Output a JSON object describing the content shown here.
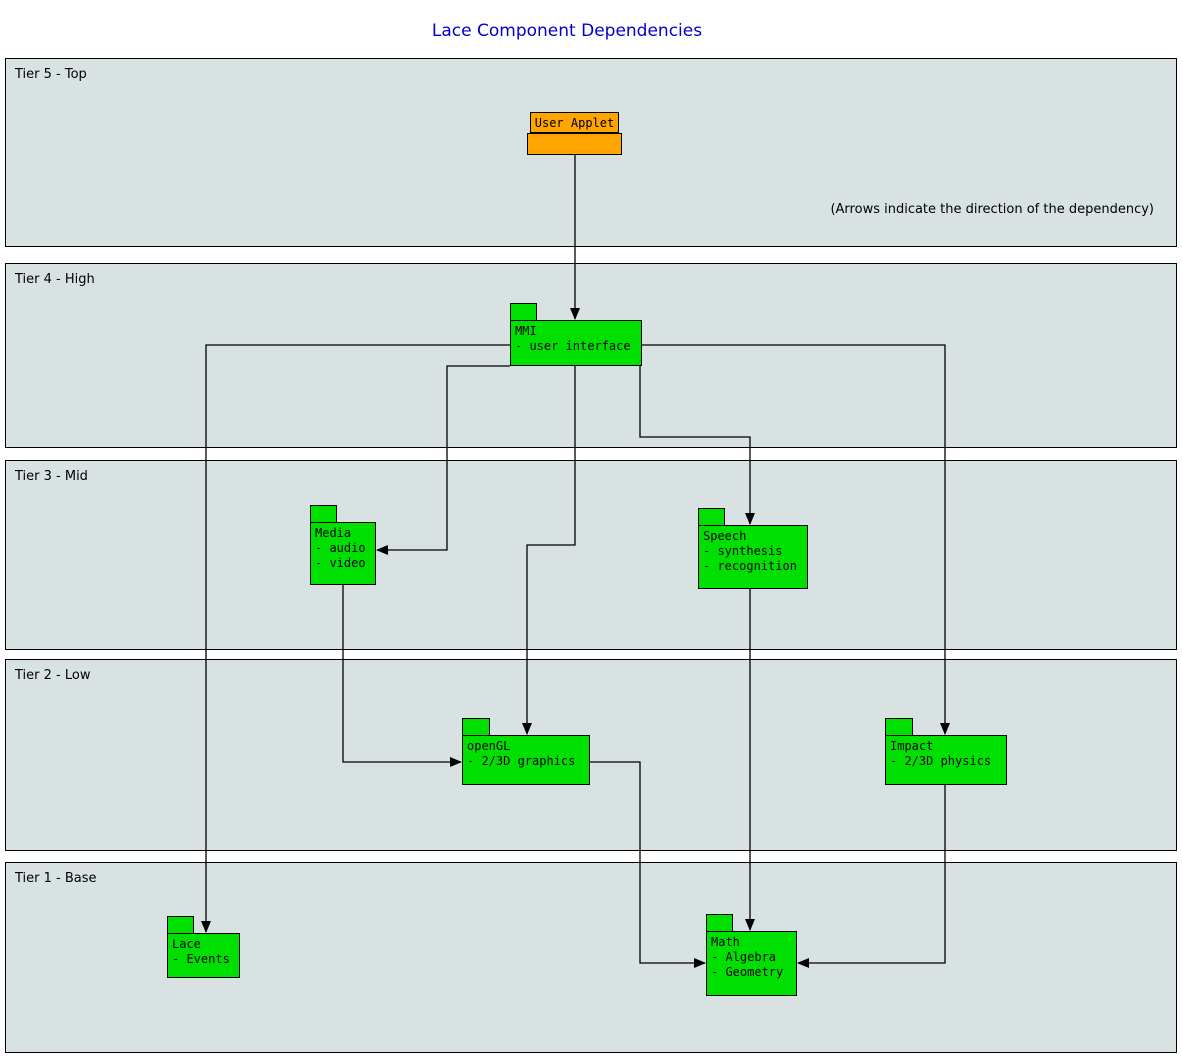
{
  "title": "Lace Component Dependencies",
  "annotation": "(Arrows indicate the direction of the dependency)",
  "colors": {
    "tier_fill": "#d8e2e2",
    "package_fill": "#00e000",
    "node_fill": "#ffa500",
    "title_color": "#0000cd",
    "edge_color": "#000000"
  },
  "tiers": [
    {
      "id": "tier5",
      "label": "Tier 5 - Top"
    },
    {
      "id": "tier4",
      "label": "Tier 4 - High"
    },
    {
      "id": "tier3",
      "label": "Tier 3 - Mid"
    },
    {
      "id": "tier2",
      "label": "Tier 2 - Low"
    },
    {
      "id": "tier1",
      "label": "Tier 1 - Base"
    }
  ],
  "components": [
    {
      "id": "user-applet",
      "kind": "node",
      "tier": "tier5",
      "lines": [
        "User Applet"
      ]
    },
    {
      "id": "mmi",
      "kind": "package",
      "tier": "tier4",
      "lines": [
        "MMI",
        "- user interface"
      ]
    },
    {
      "id": "media",
      "kind": "package",
      "tier": "tier3",
      "lines": [
        "Media",
        "- audio",
        "- video"
      ]
    },
    {
      "id": "speech",
      "kind": "package",
      "tier": "tier3",
      "lines": [
        "Speech",
        "- synthesis",
        "- recognition"
      ]
    },
    {
      "id": "opengl",
      "kind": "package",
      "tier": "tier2",
      "lines": [
        "openGL",
        "- 2/3D graphics"
      ]
    },
    {
      "id": "impact",
      "kind": "package",
      "tier": "tier2",
      "lines": [
        "Impact",
        "- 2/3D physics"
      ]
    },
    {
      "id": "lace",
      "kind": "package",
      "tier": "tier1",
      "lines": [
        "Lace",
        "- Events"
      ]
    },
    {
      "id": "math",
      "kind": "package",
      "tier": "tier1",
      "lines": [
        "Math",
        "- Algebra",
        "- Geometry"
      ]
    }
  ],
  "edges": [
    {
      "from": "user-applet",
      "to": "mmi"
    },
    {
      "from": "mmi",
      "to": "lace"
    },
    {
      "from": "mmi",
      "to": "media"
    },
    {
      "from": "mmi",
      "to": "opengl"
    },
    {
      "from": "mmi",
      "to": "speech"
    },
    {
      "from": "mmi",
      "to": "impact"
    },
    {
      "from": "media",
      "to": "opengl"
    },
    {
      "from": "speech",
      "to": "math"
    },
    {
      "from": "opengl",
      "to": "math"
    },
    {
      "from": "impact",
      "to": "math"
    }
  ]
}
